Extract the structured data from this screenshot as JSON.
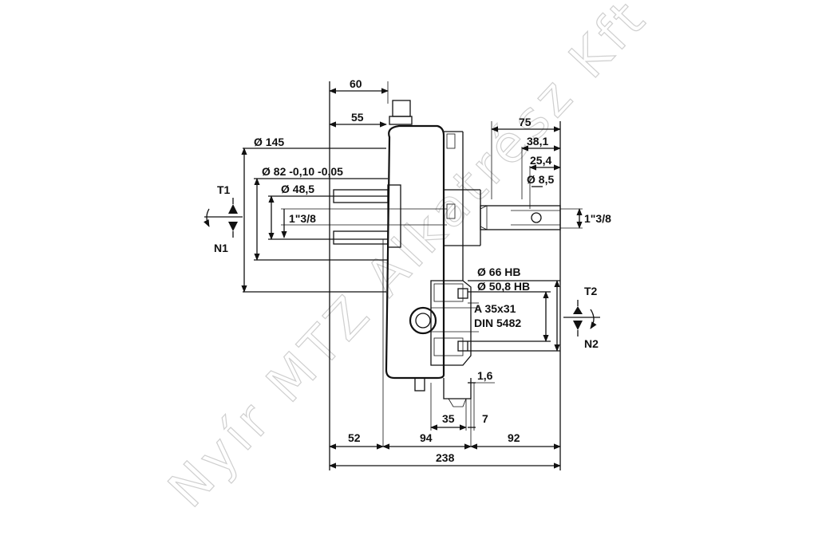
{
  "watermark": "Nyír MTZ Alkatrész Kft",
  "dimensions": {
    "d60": "60",
    "d55": "55",
    "d75": "75",
    "d38_1": "38,1",
    "d25_4": "25,4",
    "d8_5": "Ø 8,5",
    "d145": "Ø 145",
    "d82": "Ø 82 -0,10 -0,05",
    "d48_5": "Ø 48,5",
    "in_left": "1\"3/8",
    "in_right": "1\"3/8",
    "d66": "Ø 66 HB",
    "d50_8": "Ø 50,8 HB",
    "spline_1": "A 35x31",
    "spline_2": "DIN 5482",
    "d1_6": "1,6",
    "d35": "35",
    "d7": "7",
    "d52": "52",
    "d94": "94",
    "d92": "92",
    "d238": "238"
  },
  "rotation_labels": {
    "t1": "T1",
    "n1": "N1",
    "t2": "T2",
    "n2": "N2"
  }
}
